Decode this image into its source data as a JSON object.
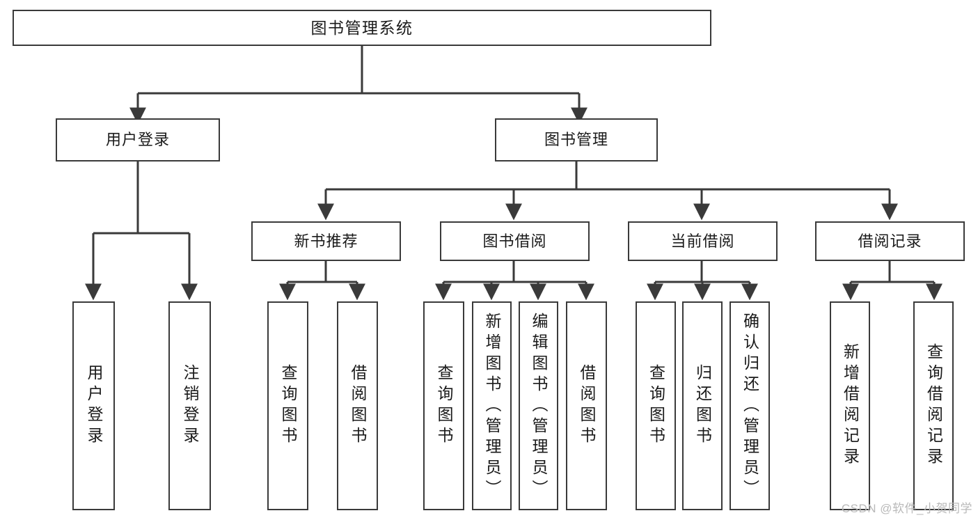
{
  "diagram": {
    "kind": "tree-hierarchy-chart",
    "title": "图书管理系统",
    "watermark": "CSDN @软件_小贺同学",
    "colors": {
      "box_border": "#3a3a3a",
      "box_fill": "#ffffff",
      "connector": "#3a3a3a",
      "text": "#1a1a1a",
      "watermark": "#b9b9b9",
      "background": "#ffffff"
    },
    "levels": {
      "root": {
        "label": "图书管理系统"
      },
      "level2": [
        {
          "id": "user-login",
          "label": "用户登录"
        },
        {
          "id": "book-manage",
          "label": "图书管理"
        }
      ],
      "level3": [
        {
          "id": "new-book-recommend",
          "label": "新书推荐",
          "parent": "book-manage"
        },
        {
          "id": "book-borrow",
          "label": "图书借阅",
          "parent": "book-manage"
        },
        {
          "id": "current-borrow",
          "label": "当前借阅",
          "parent": "book-manage"
        },
        {
          "id": "borrow-record",
          "label": "借阅记录",
          "parent": "book-manage"
        }
      ],
      "leaves": [
        {
          "id": "leaf-user-login",
          "label": "用户登录",
          "parent": "user-login"
        },
        {
          "id": "leaf-user-logout",
          "label": "注销登录",
          "parent": "user-login"
        },
        {
          "id": "leaf-query-book-1",
          "label": "查询图书",
          "parent": "new-book-recommend"
        },
        {
          "id": "leaf-borrow-book-1",
          "label": "借阅图书",
          "parent": "new-book-recommend"
        },
        {
          "id": "leaf-query-book-2",
          "label": "查询图书",
          "parent": "book-borrow"
        },
        {
          "id": "leaf-add-book",
          "label": "新增图书（管理员）",
          "parent": "book-borrow"
        },
        {
          "id": "leaf-edit-book",
          "label": "编辑图书（管理员）",
          "parent": "book-borrow"
        },
        {
          "id": "leaf-borrow-book-2",
          "label": "借阅图书",
          "parent": "book-borrow"
        },
        {
          "id": "leaf-query-book-3",
          "label": "查询图书",
          "parent": "current-borrow"
        },
        {
          "id": "leaf-return-book",
          "label": "归还图书",
          "parent": "current-borrow"
        },
        {
          "id": "leaf-confirm-return",
          "label": "确认归还（管理员）",
          "parent": "current-borrow"
        },
        {
          "id": "leaf-add-record",
          "label": "新增借阅记录",
          "parent": "borrow-record"
        },
        {
          "id": "leaf-query-record",
          "label": "查询借阅记录",
          "parent": "borrow-record"
        }
      ]
    }
  }
}
